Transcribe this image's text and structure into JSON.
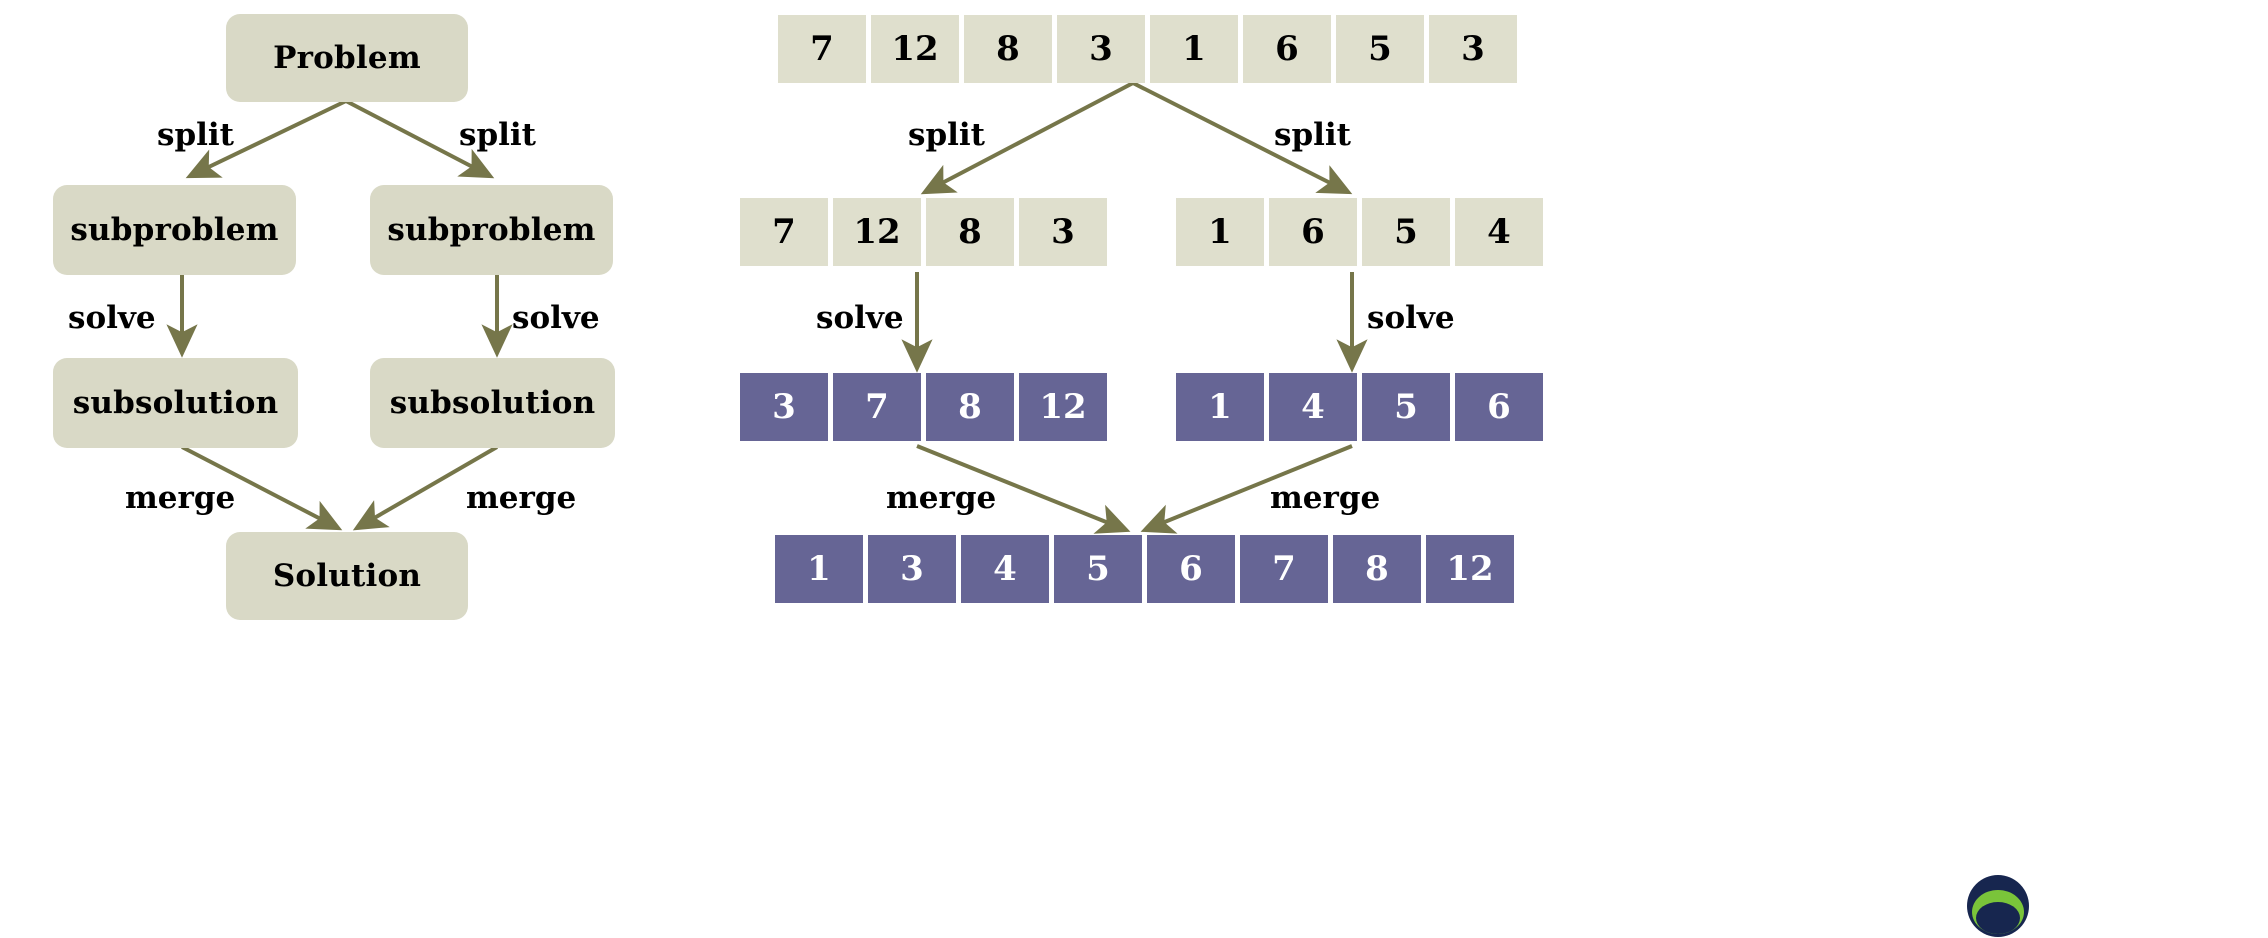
{
  "colors": {
    "unsorted_fill": "#dfdfcd",
    "sorted_fill": "#666595",
    "arrow": "#76764a",
    "concept_fill": "#d9d9c6",
    "text_dark": "#000000",
    "text_light": "#ffffff",
    "background": "#ffffff"
  },
  "left_panel": {
    "nodes": {
      "problem": "Problem",
      "subproblem_left": "subproblem",
      "subproblem_right": "subproblem",
      "subsolution_left": "subsolution",
      "subsolution_right": "subsolution",
      "solution": "Solution"
    },
    "edge_labels": {
      "split_left": "split",
      "split_right": "split",
      "solve_left": "solve",
      "solve_right": "solve",
      "merge_left": "merge",
      "merge_right": "merge"
    }
  },
  "right_panel": {
    "edge_labels": {
      "split_left": "split",
      "split_right": "split",
      "solve_left": "solve",
      "solve_right": "solve",
      "merge_left": "merge",
      "merge_right": "merge"
    },
    "arrays": {
      "input": {
        "values": [
          "7",
          "12",
          "8",
          "3",
          "1",
          "6",
          "5",
          "3"
        ],
        "state": "unsorted"
      },
      "left_half": {
        "values": [
          "7",
          "12",
          "8",
          "3"
        ],
        "state": "unsorted"
      },
      "right_half": {
        "values": [
          "1",
          "6",
          "5",
          "4"
        ],
        "state": "unsorted"
      },
      "left_sorted": {
        "values": [
          "3",
          "7",
          "8",
          "12"
        ],
        "state": "sorted"
      },
      "right_sorted": {
        "values": [
          "1",
          "4",
          "5",
          "6"
        ],
        "state": "sorted"
      },
      "merged": {
        "values": [
          "1",
          "3",
          "4",
          "5",
          "6",
          "7",
          "8",
          "12"
        ],
        "state": "sorted"
      }
    }
  },
  "corner": {
    "logo_name": "circular-logo"
  }
}
